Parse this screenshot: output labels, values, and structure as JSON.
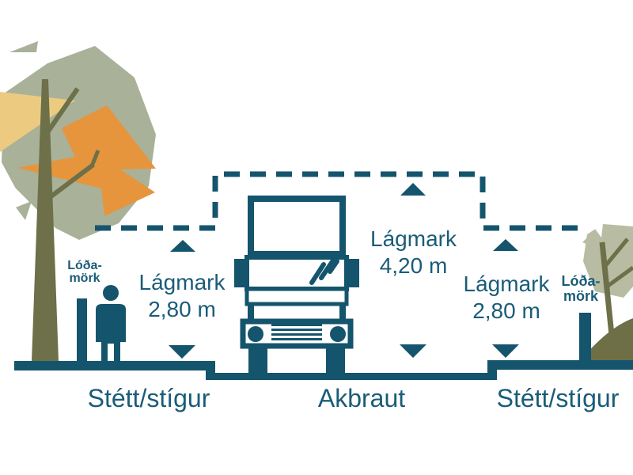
{
  "diagram_title": "Street cross-section minimum clearance diagram",
  "colors": {
    "accent_teal": "#15546d",
    "text_teal": "#1a5c78",
    "foliage_sage": "#a9b199",
    "foliage_sage_light": "#b7bca3",
    "leaf_orange": "#e6953c",
    "leaf_tan": "#eccb81",
    "trunk_olive": "#6d7048",
    "hill_olive": "#6e6f46"
  },
  "labels": {
    "boundary_left": {
      "line1": "Lóða-",
      "line2": "mörk"
    },
    "boundary_right": {
      "line1": "Lóða-",
      "line2": "mörk"
    },
    "clearance_left": {
      "title": "Lágmark",
      "value": "2,80 m"
    },
    "clearance_center": {
      "title": "Lágmark",
      "value": "4,20 m"
    },
    "clearance_right": {
      "title": "Lágmark",
      "value": "2,80 m"
    },
    "ground_left": "Stétt/stígur",
    "ground_center": "Akbraut",
    "ground_right": "Stétt/stígur"
  }
}
